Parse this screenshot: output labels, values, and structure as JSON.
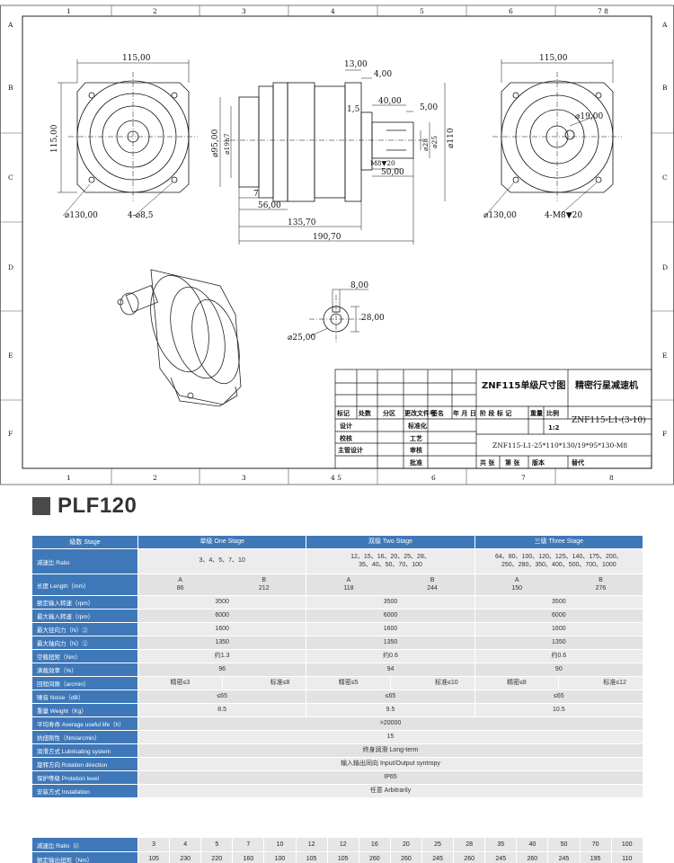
{
  "drawing": {
    "zone_columns_top": [
      "1",
      "2",
      "3",
      "4",
      "5",
      "6",
      "7 8"
    ],
    "zone_columns_bottom": [
      "1",
      "2",
      "3",
      "4 5",
      "6",
      "7",
      "8"
    ],
    "zone_rows": [
      "A",
      "B",
      "C",
      "D",
      "E",
      "F"
    ],
    "front_view": {
      "width": "115,00",
      "height": "115,00",
      "pcd": "⌀130,00",
      "holes": "4-⌀8,5"
    },
    "side_view": {
      "d1": "13,00",
      "d2": "4,00",
      "d3": "1,5",
      "d4": "40,00",
      "d5": "5,00",
      "shaft_dia": "⌀110",
      "pilot_dia": "⌀95,00",
      "dia_19": "⌀19h7",
      "dia_28": "⌀28",
      "dia_25": "⌀25",
      "tap": "M8▼20",
      "d6": "50,00",
      "d7": "7",
      "d8": "56,00",
      "d9": "135,70",
      "d10": "190,70"
    },
    "rear_view": {
      "width": "115,00",
      "bore": "⌀19,00",
      "pcd": "⌀130,00",
      "holes": "4-M8▼20"
    },
    "key_view": {
      "key_w": "8,00",
      "key_h": "28,00",
      "dia": "⌀25,00"
    },
    "title_block": {
      "doc_title": "ZNF115单级尺寸图",
      "product": "精密行星减速机",
      "header_cols": [
        "标记",
        "处数",
        "分区",
        "更改文件号",
        "签名",
        "年 月 日"
      ],
      "rows_left": [
        "设计",
        "校核",
        "主管设计"
      ],
      "rows_mid": [
        "标准化",
        "工艺",
        "审核",
        "批准"
      ],
      "stage_cols": [
        "阶 段 标 记",
        "重量",
        "比例"
      ],
      "scale": "1:2",
      "model": "ZNF115-L1-(3-10)",
      "spec_line": "ZNF115-L1-25*110*130/19*95*130-M8",
      "bottom": [
        "共 张",
        "第 张",
        "版本",
        "替代"
      ]
    }
  },
  "section_title": "PLF120",
  "spec_table": {
    "header": {
      "label": "级数 Stage",
      "cols": [
        "单级 One Stage",
        "双级 Two Stage",
        "三级 Three Stage"
      ]
    },
    "ratio": {
      "label": "减速比 Ratio",
      "vals": [
        "3、4、5、7、10",
        "12、15、16、20、25、28、\n35、40、50、70、100",
        "64、80、100、120、125、140、175、200、\n250、280、350、400、500、700、1000"
      ]
    },
    "length": {
      "label": "长度 Length（mm）",
      "vals": [
        [
          "A",
          "86",
          "B",
          "212"
        ],
        [
          "A",
          "118",
          "B",
          "244"
        ],
        [
          "A",
          "150",
          "B",
          "276"
        ]
      ]
    },
    "rated_speed": {
      "label": "额定输入转速（rpm）",
      "vals": [
        "3500",
        "3500",
        "3500"
      ]
    },
    "max_speed": {
      "label": "最大输入转速（rpm）",
      "vals": [
        "6000",
        "6000",
        "6000"
      ]
    },
    "radial_force": {
      "label": "最大径向力（N）②",
      "vals": [
        "1600",
        "1600",
        "1600"
      ]
    },
    "axial_force": {
      "label": "最大轴向力（N）②",
      "vals": [
        "1350",
        "1350",
        "1350"
      ]
    },
    "noload_torque": {
      "label": "空载扭矩（Nm）",
      "vals": [
        "约1.3",
        "约0.6",
        "约0.6"
      ]
    },
    "efficiency": {
      "label": "满载效率（%）",
      "vals": [
        "96",
        "94",
        "90"
      ]
    },
    "backlash": {
      "label": "回程间隙（arcmin）",
      "vals": [
        [
          "精密≤3",
          "标准≤8"
        ],
        [
          "精密≤5",
          "标准≤10"
        ],
        [
          "精密≤8",
          "标准≤12"
        ]
      ]
    },
    "noise": {
      "label": "噪音 Noise（dB）",
      "vals": [
        "≤65",
        "≤65",
        "≤65"
      ]
    },
    "weight": {
      "label": "重量 Weight（Kg）",
      "vals": [
        "8.5",
        "9.5",
        "10.5"
      ]
    },
    "life": {
      "label": "平均寿命 Average useful life（h）",
      "val": ">20000"
    },
    "stiffness": {
      "label": "抗扭刚性（Nm/arcmin）",
      "val": "15"
    },
    "lubrication": {
      "label": "润滑方式 Lubricating system",
      "val": "终身润滑  Long-term"
    },
    "rotation": {
      "label": "旋转方向 Rotation direction",
      "val": "输入输出同向  Input/Output syntropy"
    },
    "protection": {
      "label": "保护等级 Protetion level",
      "val": "IP65"
    },
    "install": {
      "label": "安装方式 Installation",
      "val": "任意  Arbitrarily"
    }
  },
  "ratio_table": {
    "label": "减速比 Ratio（i）",
    "ratios": [
      "3",
      "4",
      "5",
      "7",
      "10",
      "12",
      "12",
      "16",
      "20",
      "25",
      "28",
      "35",
      "40",
      "50",
      "70",
      "100"
    ],
    "torque_label": "额定输出扭矩（Nm）",
    "torques": [
      "105",
      "230",
      "220",
      "160",
      "100",
      "105",
      "105",
      "260",
      "260",
      "245",
      "260",
      "245",
      "260",
      "245",
      "195",
      "110"
    ]
  },
  "colors": {
    "header_blue": "#3f78b8",
    "cell_gray": "#ececec",
    "title_gray": "#4a4a4a"
  }
}
